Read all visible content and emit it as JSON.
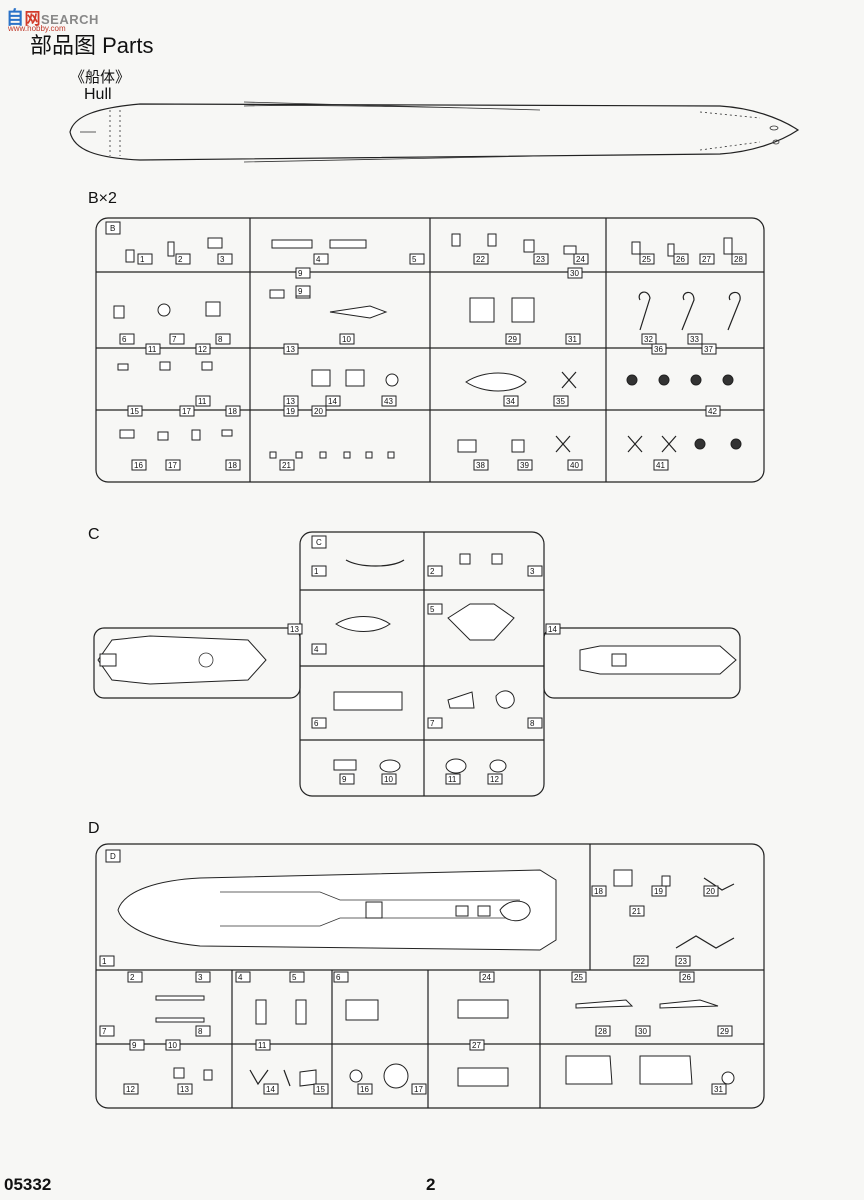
{
  "watermark": {
    "c1": "自",
    "c2": "网",
    "rest": "SEARCH",
    "sub": "www.hobby.com"
  },
  "page": {
    "title": "部品图 Parts",
    "hull_cn": "《船体》",
    "hull_en": "Hull",
    "label_b": "B×2",
    "label_c": "C",
    "label_d": "D",
    "code": "05332",
    "page_no": "2"
  },
  "sprues": {
    "B": {
      "tag": "B",
      "numbers": [
        "1",
        "2",
        "3",
        "4",
        "5",
        "22",
        "23",
        "24",
        "25",
        "26",
        "27",
        "28",
        "9",
        "9",
        "30",
        "10",
        "6",
        "7",
        "8",
        "29",
        "31",
        "32",
        "33",
        "11",
        "12",
        "13",
        "36",
        "37",
        "11",
        "13",
        "14",
        "43",
        "34",
        "35",
        "15",
        "17",
        "18",
        "19",
        "20",
        "42",
        "16",
        "17",
        "18",
        "21",
        "38",
        "39",
        "40",
        "41"
      ]
    },
    "C": {
      "tag": "C",
      "numbers": [
        "1",
        "2",
        "3",
        "4",
        "5",
        "6",
        "7",
        "8",
        "9",
        "10",
        "11",
        "12",
        "13",
        "14"
      ]
    },
    "D": {
      "tag": "D",
      "numbers": [
        "18",
        "19",
        "20",
        "21",
        "22",
        "23",
        "1",
        "2",
        "3",
        "4",
        "5",
        "6",
        "24",
        "25",
        "26",
        "7",
        "8",
        "28",
        "30",
        "29",
        "9",
        "10",
        "11",
        "27",
        "12",
        "13",
        "14",
        "15",
        "16",
        "17",
        "31"
      ]
    }
  }
}
